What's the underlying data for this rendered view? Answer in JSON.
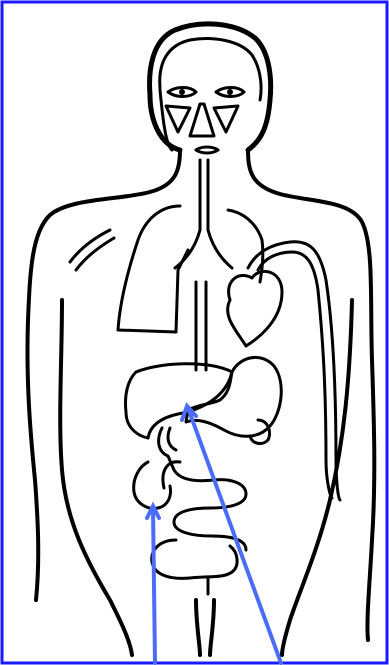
{
  "diagram": {
    "subject": "human-torso-anatomy",
    "border_color": "#1a1aff",
    "line_color": "#000000",
    "pointer_color": "#4a6cf7",
    "organs": [
      "head",
      "trachea",
      "lungs",
      "heart",
      "liver",
      "stomach",
      "gallbladder",
      "intestines",
      "appendix"
    ],
    "pointers": [
      {
        "target": "appendix"
      },
      {
        "target": "stomach"
      }
    ]
  }
}
